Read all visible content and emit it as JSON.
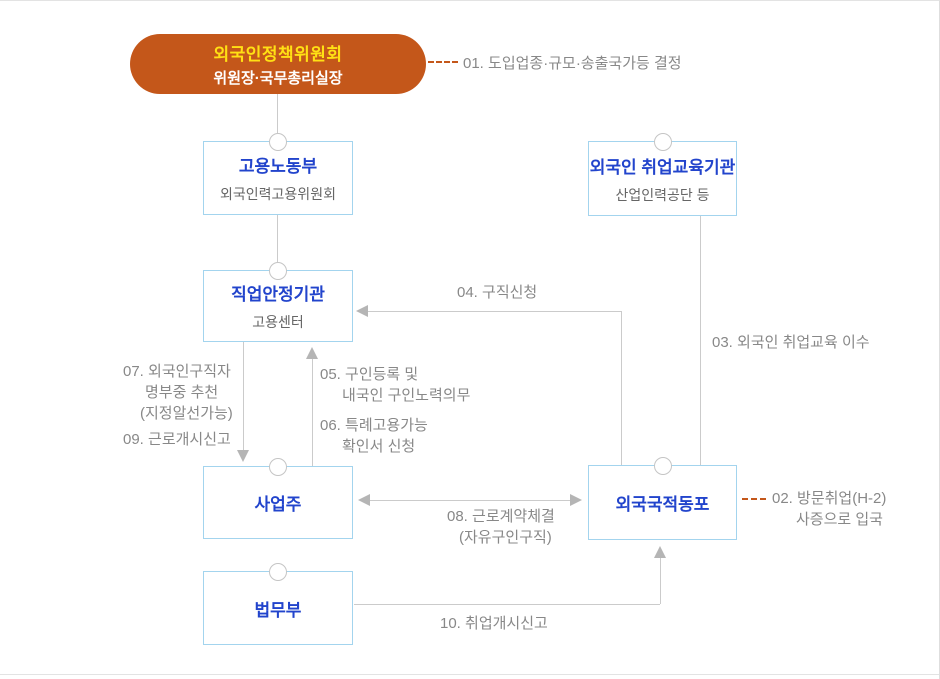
{
  "diagram": {
    "top_node": {
      "title": "외국인정책위원회",
      "subtitle": "위원장·국무총리실장"
    },
    "nodes": {
      "moel": {
        "title": "고용노동부",
        "subtitle": "외국인력고용위원회"
      },
      "edu": {
        "title": "외국인 취업교육기관",
        "subtitle": "산업인력공단 등"
      },
      "jobcenter": {
        "title": "직업안정기관",
        "subtitle": "고용센터"
      },
      "employer": {
        "title": "사업주"
      },
      "dongpo": {
        "title": "외국국적동포"
      },
      "moj": {
        "title": "법무부"
      }
    },
    "labels": {
      "step01": "01. 도입업종·규모·송출국가등 결정",
      "step02_line1": "02. 방문취업(H-2)",
      "step02_line2": "사증으로 입국",
      "step03": "03. 외국인 취업교육 이수",
      "step04": "04. 구직신청",
      "step05_line1": "05. 구인등록 및",
      "step05_line2": "내국인 구인노력의무",
      "step06_line1": "06. 특례고용가능",
      "step06_line2": "확인서 신청",
      "step07_line1": "07. 외국인구직자",
      "step07_line2": "명부중 추천",
      "step07_line3": "(지정알선가능)",
      "step08_line1": "08. 근로계약체결",
      "step08_line2": "(자유구인구직)",
      "step09": "09. 근로개시신고",
      "step10": "10. 취업개시신고"
    },
    "colors": {
      "pill_fill": "#c4571a",
      "pill_title": "#ffe014",
      "node_title_blue": "#2244cc",
      "node_border_blue": "#a3d4ee",
      "line_gray": "#cbcbcb",
      "label_gray": "#888888",
      "dashed_orange": "#c4571a"
    }
  }
}
